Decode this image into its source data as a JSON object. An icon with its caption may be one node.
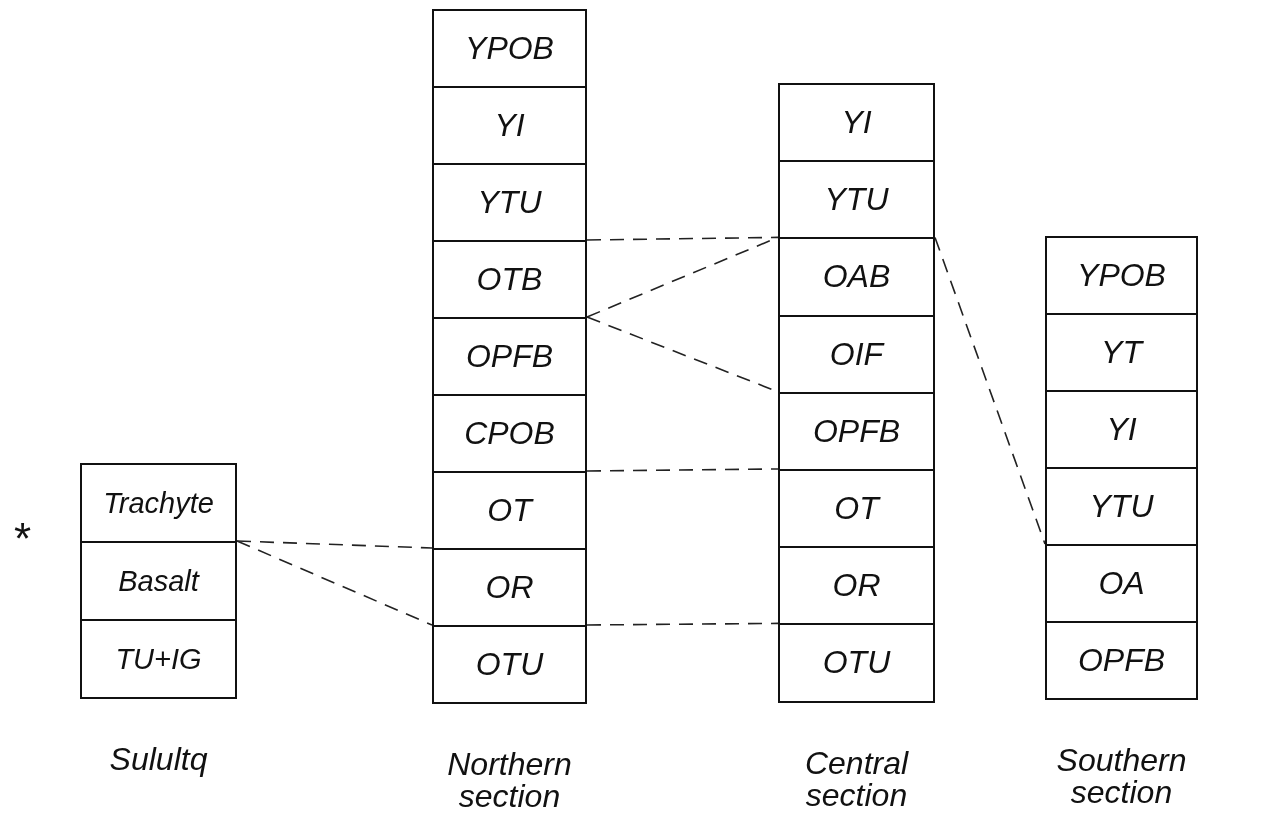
{
  "diagram": {
    "nodes": [
      {
        "text": [
          "Sulultq"
        ]
      },
      {
        "text": [
          "Trachyte"
        ],
        "in": 0
      },
      {
        "text": [
          "Basalt"
        ],
        "in": 0
      },
      {
        "text": [
          "TU+IG"
        ],
        "in": 0
      },
      {
        "text": [
          "Northern section"
        ]
      },
      {
        "text": [
          "YPOB"
        ],
        "in": 4
      },
      {
        "text": [
          "YI"
        ],
        "in": 4
      },
      {
        "text": [
          "YTU"
        ],
        "in": 4
      },
      {
        "text": [
          "OTB"
        ],
        "in": 4
      },
      {
        "text": [
          "OPFB"
        ],
        "in": 4
      },
      {
        "text": [
          "CPOB"
        ],
        "in": 4
      },
      {
        "text": [
          "OT"
        ],
        "in": 4
      },
      {
        "text": [
          "OR"
        ],
        "in": 4
      },
      {
        "text": [
          "OTU"
        ],
        "in": 4
      },
      {
        "text": [
          "Central section"
        ]
      },
      {
        "text": [
          "YI"
        ],
        "in": 14
      },
      {
        "text": [
          "YTU"
        ],
        "in": 14
      },
      {
        "text": [
          "OAB"
        ],
        "in": 14
      },
      {
        "text": [
          "OIF"
        ],
        "in": 14
      },
      {
        "text": [
          "OPFB"
        ],
        "in": 14
      },
      {
        "text": [
          "OT"
        ],
        "in": 14
      },
      {
        "text": [
          "OR"
        ],
        "in": 14
      },
      {
        "text": [
          "OTU"
        ],
        "in": 14
      },
      {
        "text": [
          "Southern section"
        ]
      },
      {
        "text": [
          "YPOB"
        ],
        "in": 23
      },
      {
        "text": [
          "YT"
        ],
        "in": 23
      },
      {
        "text": [
          "YI"
        ],
        "in": 23
      },
      {
        "text": [
          "YTU"
        ],
        "in": 23
      },
      {
        "text": [
          "OA"
        ],
        "in": 23
      },
      {
        "text": [
          "OPFB"
        ],
        "in": 23
      }
    ],
    "edges": [
      {
        "from": 2,
        "to": 12,
        "arrow": "none",
        "style": "dashed"
      },
      {
        "from": 2,
        "to": 13,
        "arrow": "none",
        "style": "dashed"
      },
      {
        "from": 8,
        "to": 17,
        "arrow": "none",
        "style": "dashed"
      },
      {
        "from": 9,
        "to": 17,
        "arrow": "none",
        "style": "dashed"
      },
      {
        "from": 9,
        "to": 19,
        "arrow": "none",
        "style": "dashed"
      },
      {
        "from": 11,
        "to": 20,
        "arrow": "none",
        "style": "dashed"
      },
      {
        "from": 13,
        "to": 22,
        "arrow": "none",
        "style": "dashed"
      },
      {
        "from": 17,
        "to": 28,
        "arrow": "none",
        "style": "dashed"
      }
    ],
    "labels": [
      "*"
    ]
  }
}
